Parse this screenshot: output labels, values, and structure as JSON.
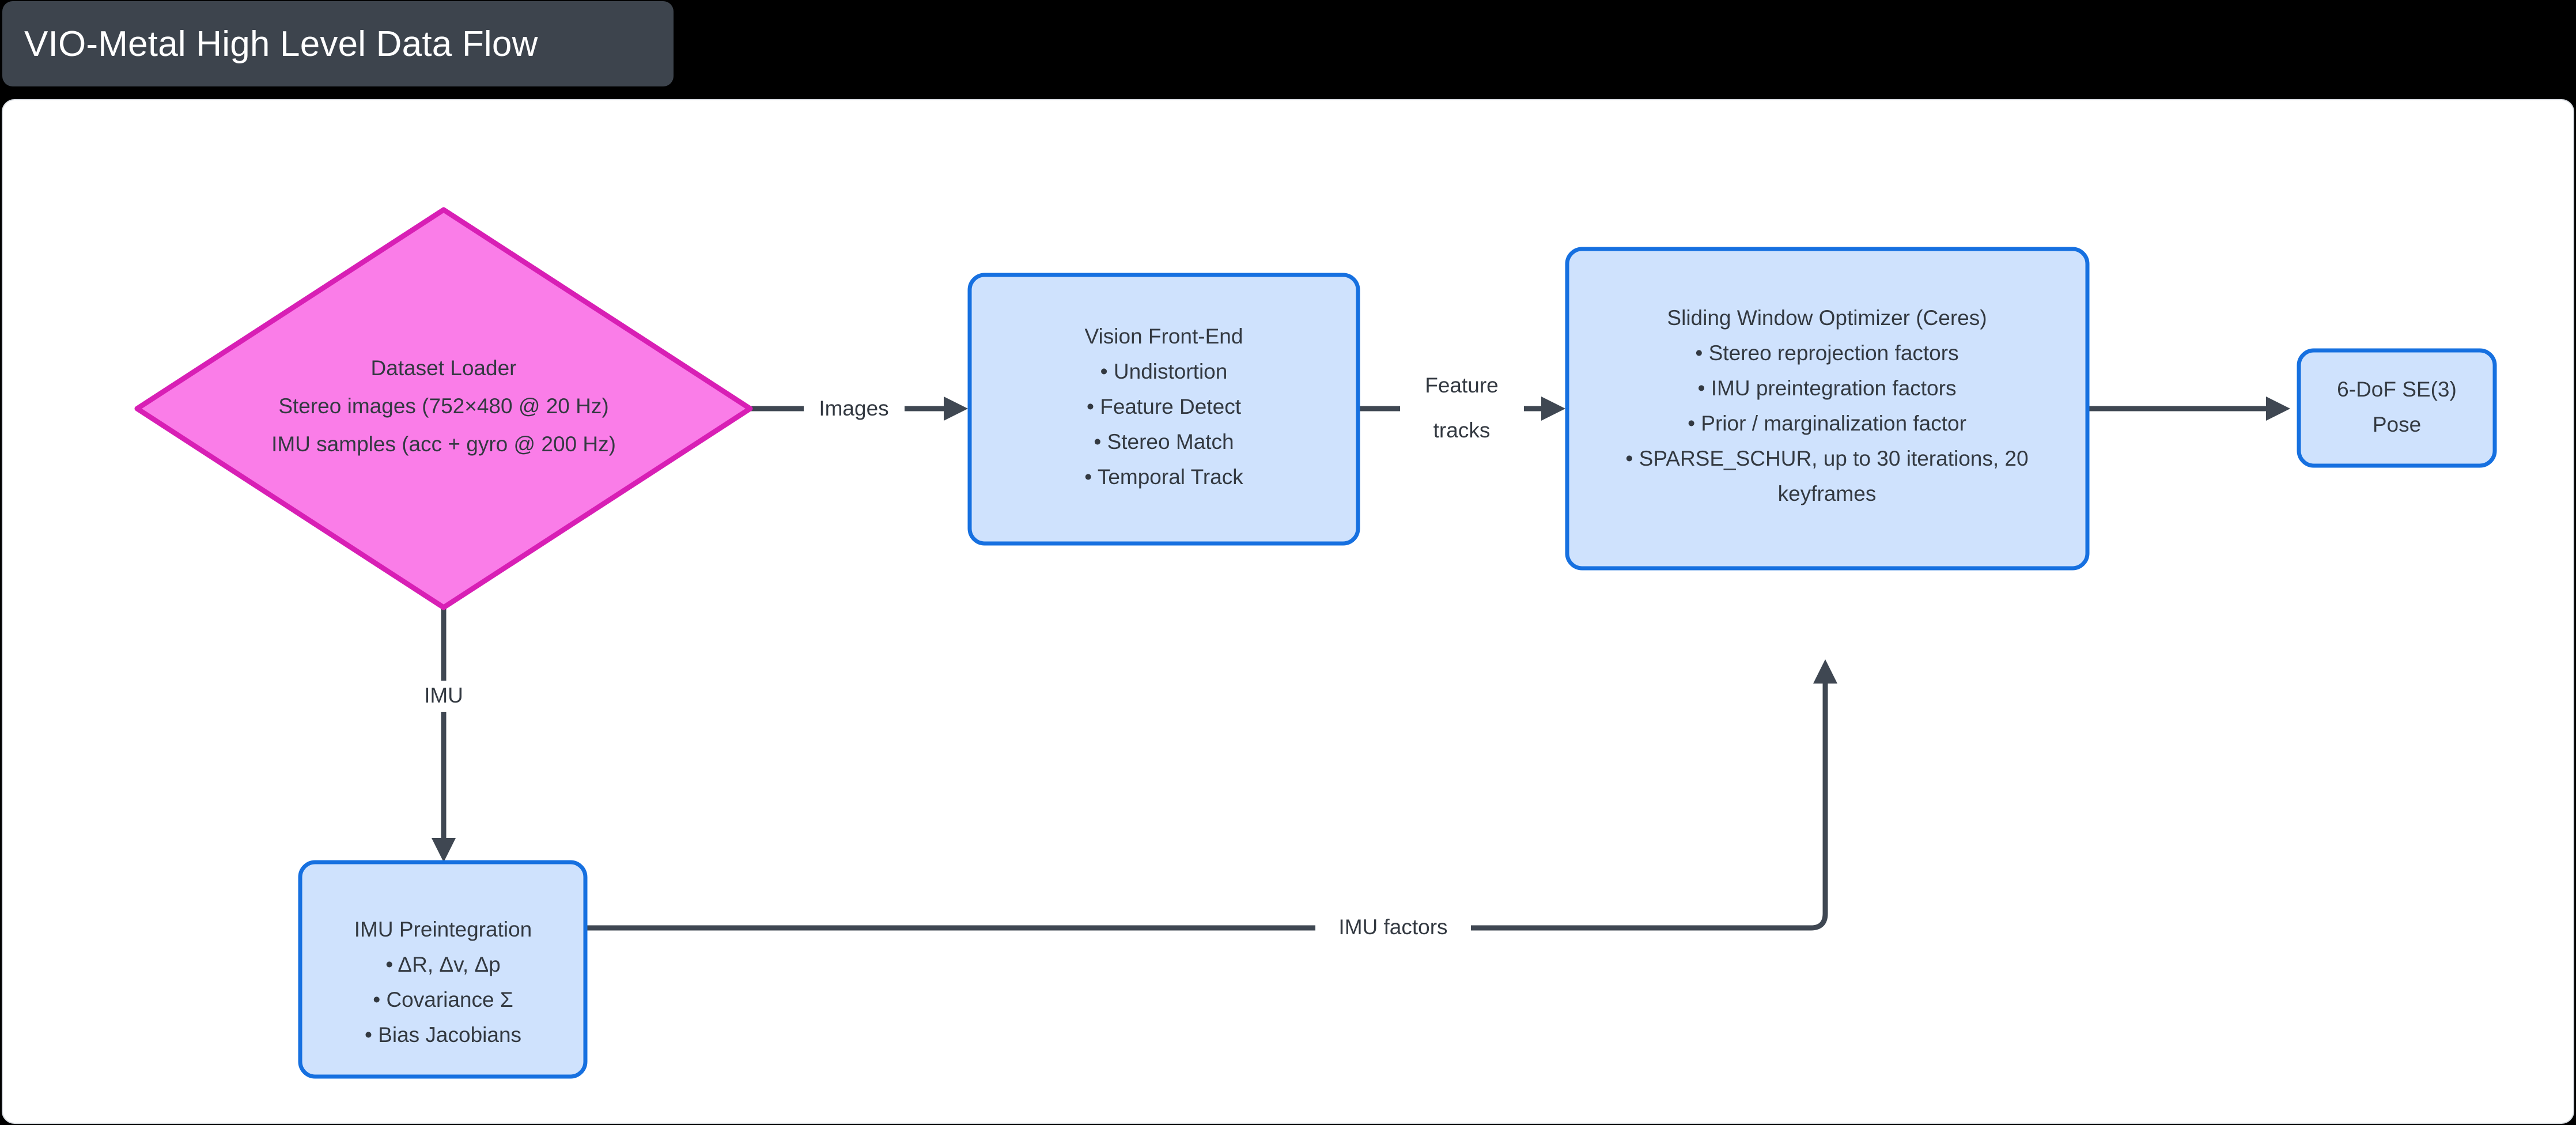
{
  "title": {
    "text": "VIO-Metal High Level Data Flow"
  },
  "colors": {
    "page_background": "#000000",
    "title_chip": "#3d444d",
    "title_text": "#ffffff",
    "canvas_background": "#ffffff",
    "canvas_border": "#d7dbe0",
    "process_fill": "#cfe2fd",
    "process_stroke": "#1670e0",
    "source_fill": "#fa7de8",
    "source_stroke": "#d81fb5",
    "edge": "#3f4752",
    "node_text": "#333941"
  },
  "diagram": {
    "type": "flowchart",
    "direction": "left-to-right",
    "nodes": [
      {
        "id": "dataset-loader",
        "shape": "diamond",
        "title": "Dataset Loader",
        "lines": [
          "Dataset Loader",
          "Stereo images (752×480 @ 20 Hz)",
          "IMU samples (acc + gyro @ 200 Hz)"
        ]
      },
      {
        "id": "vision-front-end",
        "shape": "rounded-rect",
        "title": "Vision Front-End",
        "lines": [
          "Vision Front-End",
          "• Undistortion",
          "• Feature Detect",
          "• Stereo Match",
          "• Temporal Track"
        ]
      },
      {
        "id": "imu-preintegration",
        "shape": "rounded-rect",
        "title": "IMU Preintegration",
        "lines": [
          "IMU Preintegration",
          "• ΔR, Δv, Δp",
          "• Covariance Σ",
          "• Bias Jacobians"
        ]
      },
      {
        "id": "sliding-window-optimizer",
        "shape": "rounded-rect",
        "title": "Sliding Window Optimizer (Ceres)",
        "lines": [
          "Sliding Window Optimizer (Ceres)",
          "• Stereo reprojection factors",
          "• IMU preintegration factors",
          "• Prior / marginalization factor",
          "• SPARSE_SCHUR, up to 30 iterations, 20",
          "keyframes"
        ]
      },
      {
        "id": "pose-output",
        "shape": "rounded-rect",
        "title": "6-DoF SE(3) Pose",
        "lines": [
          "6-DoF SE(3)",
          "Pose"
        ]
      }
    ],
    "edges": [
      {
        "id": "edge-images",
        "from": "dataset-loader",
        "to": "vision-front-end",
        "label": "Images"
      },
      {
        "id": "edge-imu",
        "from": "dataset-loader",
        "to": "imu-preintegration",
        "label": "IMU"
      },
      {
        "id": "edge-feature-tracks",
        "from": "vision-front-end",
        "to": "sliding-window-optimizer",
        "label_line1": "Feature",
        "label_line2": "tracks"
      },
      {
        "id": "edge-imu-factors",
        "from": "imu-preintegration",
        "to": "sliding-window-optimizer",
        "label": "IMU factors"
      },
      {
        "id": "edge-pose",
        "from": "sliding-window-optimizer",
        "to": "pose-output",
        "label": ""
      }
    ]
  }
}
